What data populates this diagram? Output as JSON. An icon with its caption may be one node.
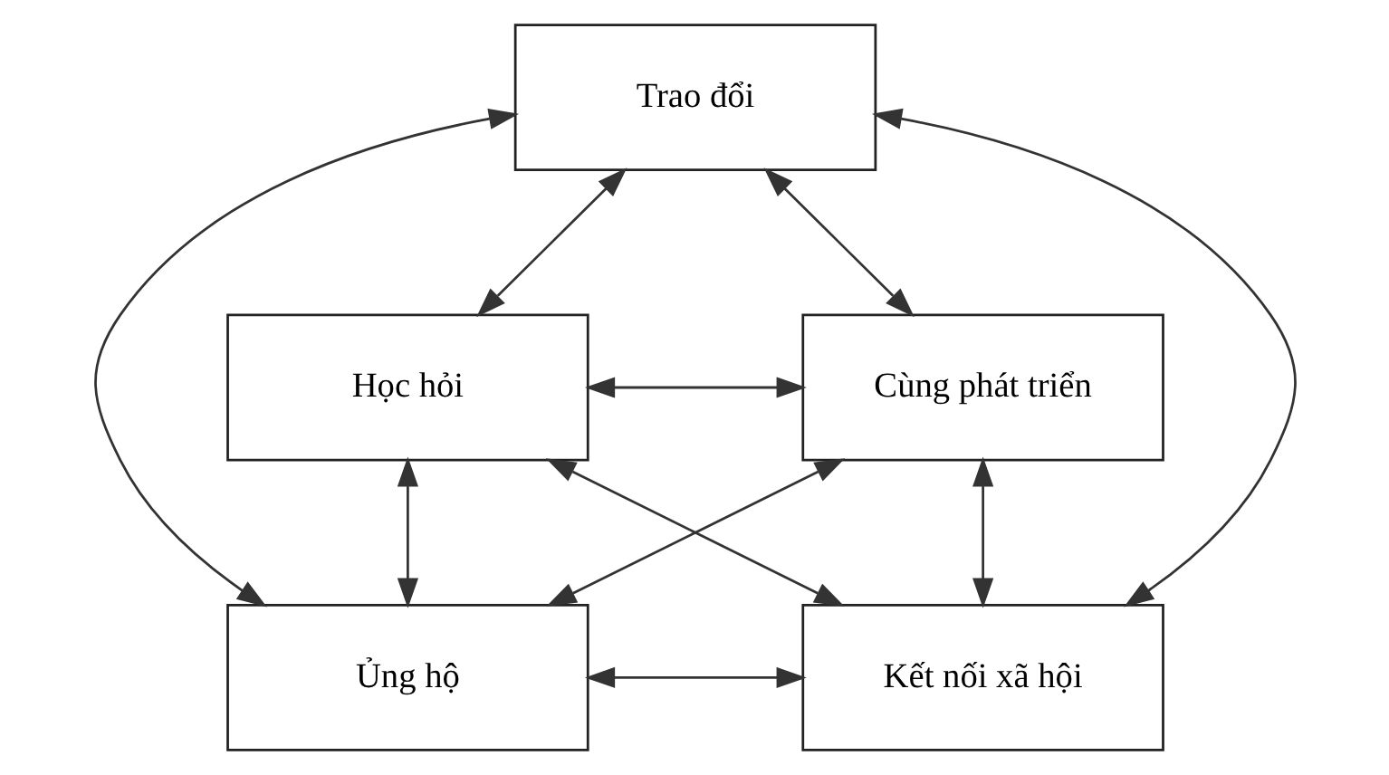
{
  "diagram": {
    "nodes": [
      {
        "text": [
          "Trao đổi"
        ]
      },
      {
        "text": [
          "Học hỏi"
        ]
      },
      {
        "text": [
          "Cùng phát triển"
        ]
      },
      {
        "text": [
          "Ủng hộ"
        ]
      },
      {
        "text": [
          "Kết nối xã hội"
        ]
      }
    ],
    "edges": [
      {
        "from": 0,
        "to": 1,
        "arrow": "both"
      },
      {
        "from": 0,
        "to": 2,
        "arrow": "both"
      },
      {
        "from": 0,
        "to": 3,
        "arrow": "both"
      },
      {
        "from": 0,
        "to": 4,
        "arrow": "both"
      },
      {
        "from": 1,
        "to": 2,
        "arrow": "both"
      },
      {
        "from": 1,
        "to": 3,
        "arrow": "both"
      },
      {
        "from": 1,
        "to": 4,
        "arrow": "both"
      },
      {
        "from": 2,
        "to": 3,
        "arrow": "both"
      },
      {
        "from": 2,
        "to": 4,
        "arrow": "both"
      },
      {
        "from": 3,
        "to": 4,
        "arrow": "both"
      }
    ]
  }
}
